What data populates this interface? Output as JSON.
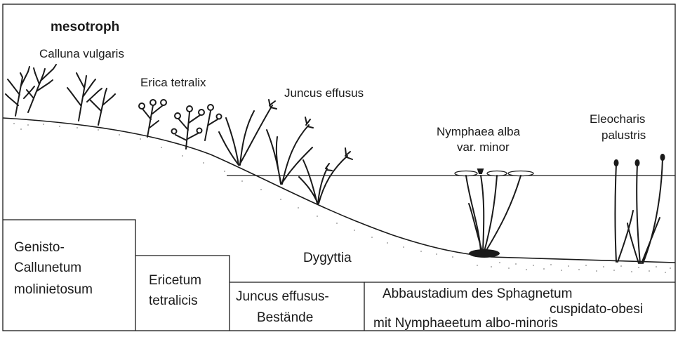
{
  "diagram": {
    "trophic_label": "mesotroph",
    "plants": [
      {
        "name": "Calluna vulgaris"
      },
      {
        "name": "Erica tetralix"
      },
      {
        "name": "Juncus effusus"
      },
      {
        "name": "Nymphaea alba",
        "line2": "var. minor"
      },
      {
        "name": "Eleocharis",
        "line2": "palustris"
      }
    ],
    "sediment_label": "Dygyttia",
    "zones": [
      {
        "lines": [
          "Genisto-",
          "Callunetum",
          "molinietosum"
        ]
      },
      {
        "lines": [
          "Ericetum",
          "tetralicis"
        ]
      },
      {
        "lines": [
          "Juncus effusus-",
          "Bestände"
        ]
      },
      {
        "lines": [
          "Abbaustadium des Sphagnetum",
          "cuspidato-obesi",
          "mit Nymphaeetum albo-minoris"
        ]
      }
    ],
    "colors": {
      "ink": "#1a1a1a",
      "paper": "#ffffff",
      "sediment": "#8a8a8a"
    }
  }
}
